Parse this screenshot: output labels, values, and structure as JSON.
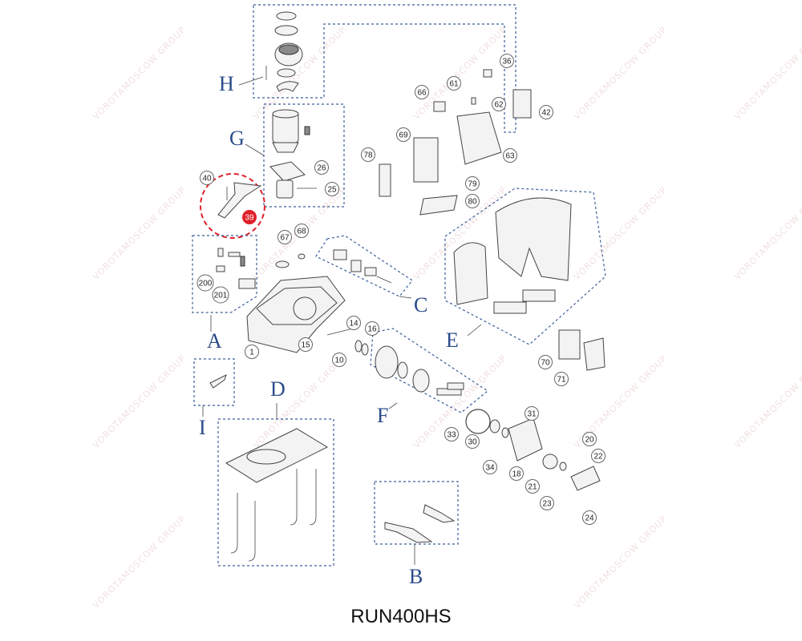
{
  "title": "RUN400HS",
  "groups": {
    "H": "H",
    "G": "G",
    "A": "A",
    "C": "C",
    "E": "E",
    "I": "I",
    "D": "D",
    "F": "F",
    "B": "B"
  },
  "callouts": [
    "36",
    "66",
    "61",
    "62",
    "42",
    "69",
    "63",
    "78",
    "40",
    "26",
    "25",
    "79",
    "80",
    "39",
    "67",
    "68",
    "200",
    "201",
    "14",
    "16",
    "1",
    "15",
    "10",
    "70",
    "71",
    "31",
    "33",
    "30",
    "20",
    "22",
    "34",
    "18",
    "21",
    "23",
    "24"
  ],
  "highlight": "39",
  "watermark": "VOROTAMOSCOW GROUP",
  "colors": {
    "box": "#3a5c9a",
    "highlight": "#e0202a",
    "letters": "#2b4b8a"
  }
}
